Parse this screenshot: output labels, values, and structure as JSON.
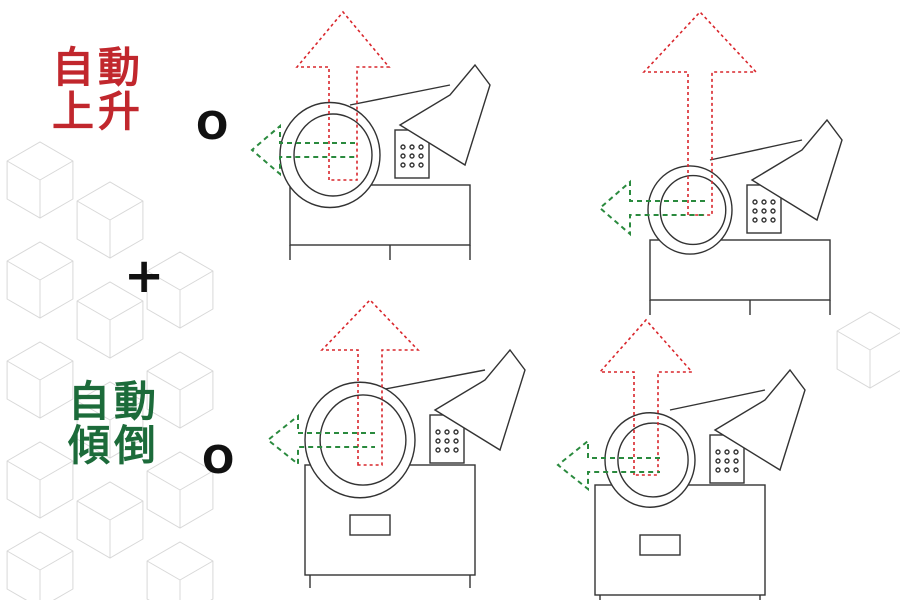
{
  "labels": {
    "lift": {
      "line1": "自動",
      "line2": "上升",
      "mark": "O"
    },
    "plus": "+",
    "tilt": {
      "line1": "自動",
      "line2": "傾倒",
      "mark": "O"
    }
  },
  "colors": {
    "lift": "#c1272d",
    "tilt": "#1c6b3a",
    "mark": "#111111",
    "lift_arrow": "#d9262c",
    "tilt_arrow": "#2a8a3e",
    "hex_pattern": "#d8d8d8"
  },
  "machines": [
    {
      "name": "machine-top-left"
    },
    {
      "name": "machine-top-right"
    },
    {
      "name": "machine-bottom-left"
    },
    {
      "name": "machine-bottom-right"
    }
  ]
}
